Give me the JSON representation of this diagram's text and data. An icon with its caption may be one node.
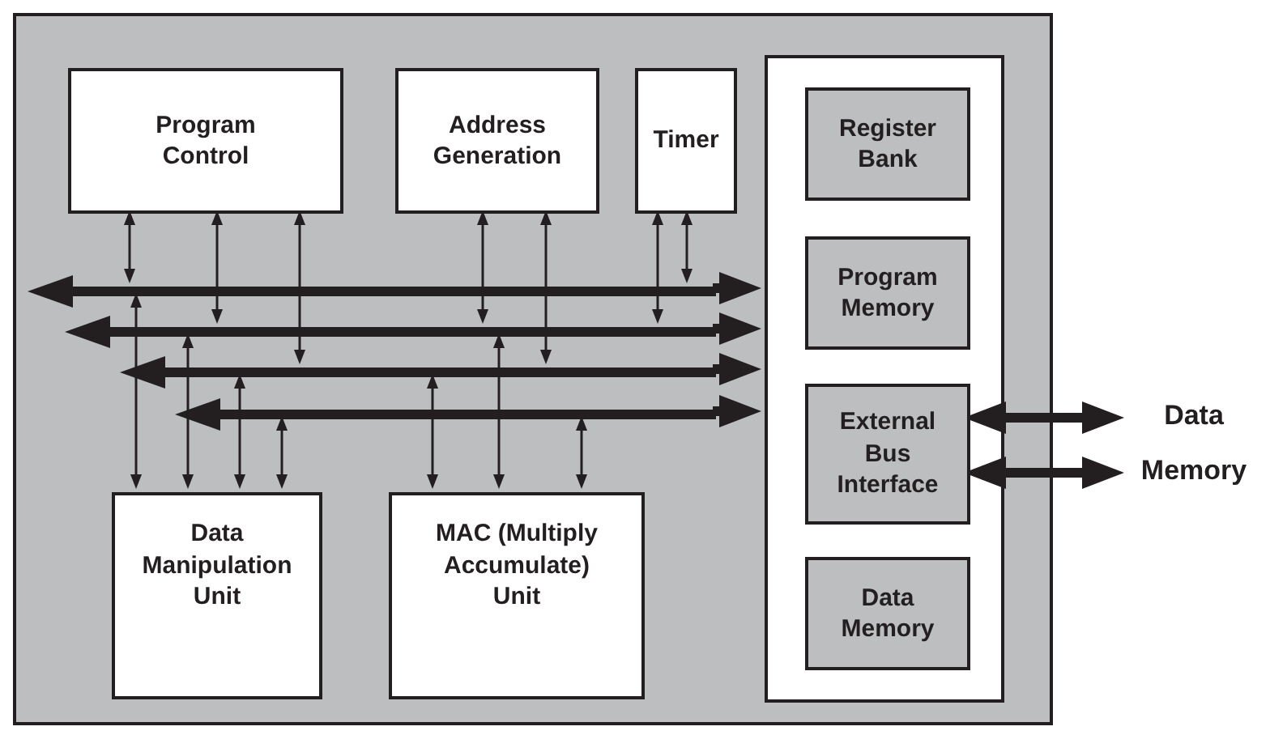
{
  "diagram": {
    "nodes": [
      {
        "text": [],
        "shape": "box"
      },
      {
        "text": [
          "Program Control"
        ],
        "in": 0
      },
      {
        "text": [
          "Address Generation"
        ],
        "in": 0
      },
      {
        "text": [
          "Timer"
        ],
        "in": 0
      },
      {
        "text": [],
        "shape": "box",
        "in": 0
      },
      {
        "text": [
          "Register Bank"
        ],
        "in": 4
      },
      {
        "text": [
          "Program Memory"
        ],
        "in": 4
      },
      {
        "text": [
          "External Bus Interface"
        ],
        "in": 4
      },
      {
        "text": [
          "Data Memory"
        ],
        "in": 4
      },
      {
        "text": [],
        "shape": "bar",
        "in": 0
      },
      {
        "text": [],
        "shape": "bar",
        "in": 0
      },
      {
        "text": [],
        "shape": "bar",
        "in": 0
      },
      {
        "text": [],
        "shape": "bar",
        "in": 0
      },
      {
        "text": [
          "Data Manipulation Unit"
        ],
        "in": 0
      },
      {
        "text": [
          "MAC (Multiply Accumulate) Unit"
        ],
        "in": 0
      },
      {
        "text": [
          "Data Memory"
        ]
      }
    ],
    "edges": [
      {
        "from": 1,
        "to": 9,
        "arrow": "both"
      },
      {
        "from": 1,
        "to": 10,
        "arrow": "both"
      },
      {
        "from": 1,
        "to": 11,
        "arrow": "both"
      },
      {
        "from": 2,
        "to": 10,
        "arrow": "both"
      },
      {
        "from": 2,
        "to": 11,
        "arrow": "both"
      },
      {
        "from": 3,
        "to": 10,
        "arrow": "both"
      },
      {
        "from": 3,
        "to": 9,
        "arrow": "both"
      },
      {
        "from": 9,
        "to": 13,
        "arrow": "both"
      },
      {
        "from": 10,
        "to": 13,
        "arrow": "both"
      },
      {
        "from": 11,
        "to": 13,
        "arrow": "both"
      },
      {
        "from": 12,
        "to": 13,
        "arrow": "both"
      },
      {
        "from": 11,
        "to": 14,
        "arrow": "both"
      },
      {
        "from": 10,
        "to": 14,
        "arrow": "both"
      },
      {
        "from": 12,
        "to": 14,
        "arrow": "both"
      },
      {
        "from": 9,
        "to": 4,
        "arrow": "to",
        "style": "thick"
      },
      {
        "from": 10,
        "to": 4,
        "arrow": "to",
        "style": "thick"
      },
      {
        "from": 11,
        "to": 4,
        "arrow": "to",
        "style": "thick"
      },
      {
        "from": 12,
        "to": 4,
        "arrow": "to",
        "style": "thick"
      },
      {
        "from": 7,
        "to": 15,
        "arrow": "both",
        "style": "thick"
      },
      {
        "from": 7,
        "to": 15,
        "arrow": "both",
        "style": "thick"
      }
    ]
  }
}
